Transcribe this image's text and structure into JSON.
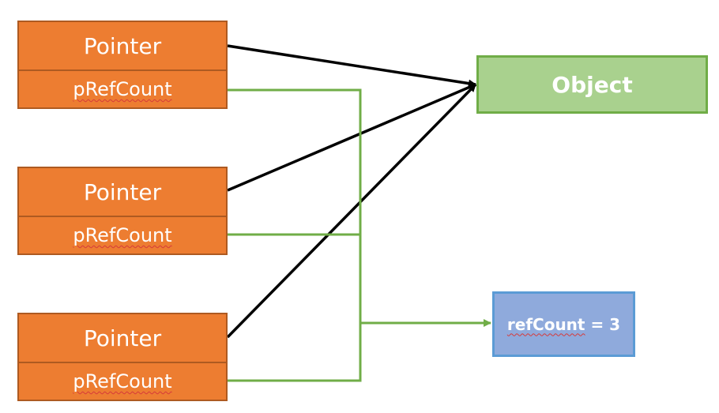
{
  "pointers": [
    {
      "title": "Pointer",
      "field": "pRefCount"
    },
    {
      "title": "Pointer",
      "field": "pRefCount"
    },
    {
      "title": "Pointer",
      "field": "pRefCount"
    }
  ],
  "object": {
    "label": "Object"
  },
  "ref_count": {
    "name": "refCount",
    "rest": " = 3"
  },
  "colors": {
    "pointer_fill": "#ed7d31",
    "pointer_border": "#ae5a21",
    "object_fill": "#a9d18e",
    "object_border": "#70ad47",
    "refcount_fill": "#8faadc",
    "refcount_border": "#5b9bd5",
    "pointer_arrow": "#000000",
    "refcount_arrow": "#70ad47"
  }
}
